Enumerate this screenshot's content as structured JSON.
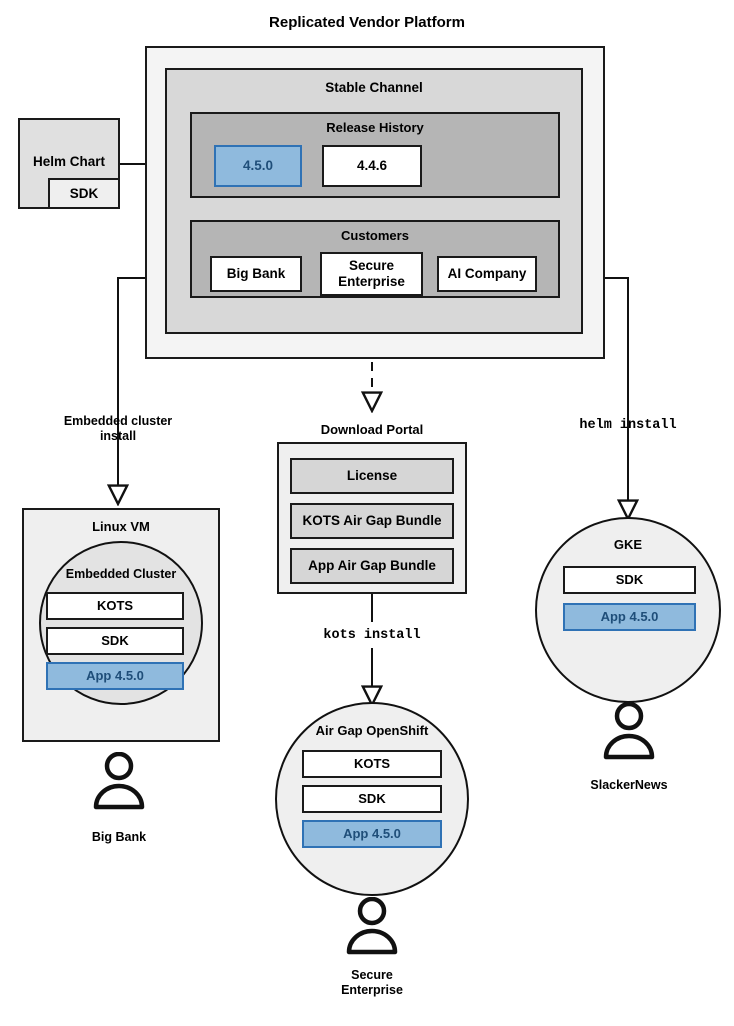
{
  "title": "Replicated Vendor Platform",
  "platform": {
    "channel": {
      "title": "Stable Channel",
      "release_history": {
        "title": "Release History",
        "releases": [
          {
            "version": "4.5.0",
            "highlighted": true
          },
          {
            "version": "4.4.6",
            "highlighted": false
          }
        ]
      },
      "customers": {
        "title": "Customers",
        "items": [
          {
            "name": "Big Bank"
          },
          {
            "name": "Secure\nEnterprise"
          },
          {
            "name": "AI Company"
          }
        ]
      }
    }
  },
  "source": {
    "helm_chart": {
      "label": "Helm Chart",
      "sdk_label": "SDK"
    }
  },
  "connectors": {
    "embedded_install": "Embedded cluster\ninstall",
    "kots_install": "kots install",
    "helm_install": "helm install"
  },
  "download_portal": {
    "title": "Download Portal",
    "items": [
      "License",
      "KOTS Air Gap Bundle",
      "App Air Gap Bundle"
    ]
  },
  "targets": [
    {
      "id": "linux-vm",
      "outer_label": "Linux VM",
      "inner_label": "Embedded Cluster",
      "components": [
        {
          "label": "KOTS",
          "highlighted": false
        },
        {
          "label": "SDK",
          "highlighted": false
        },
        {
          "label": "App 4.5.0",
          "highlighted": true
        }
      ],
      "user": "Big Bank"
    },
    {
      "id": "air-gap-openshift",
      "outer_label": "Air Gap OpenShift",
      "components": [
        {
          "label": "KOTS",
          "highlighted": false
        },
        {
          "label": "SDK",
          "highlighted": false
        },
        {
          "label": "App 4.5.0",
          "highlighted": true
        }
      ],
      "user": "Secure\nEnterprise"
    },
    {
      "id": "gke",
      "outer_label": "GKE",
      "components": [
        {
          "label": "SDK",
          "highlighted": false
        },
        {
          "label": "App 4.5.0",
          "highlighted": true
        }
      ],
      "user": "SlackerNews"
    }
  ],
  "colors": {
    "accent_blue_fill": "#8fbadd",
    "accent_blue_border": "#2f72b5",
    "accent_blue_text": "#1f4e79",
    "stroke": "#1a1a1a",
    "frame_outer": "#f4f4f4",
    "frame_channel": "#d8d8d8",
    "frame_inner": "#b5b5b5"
  }
}
